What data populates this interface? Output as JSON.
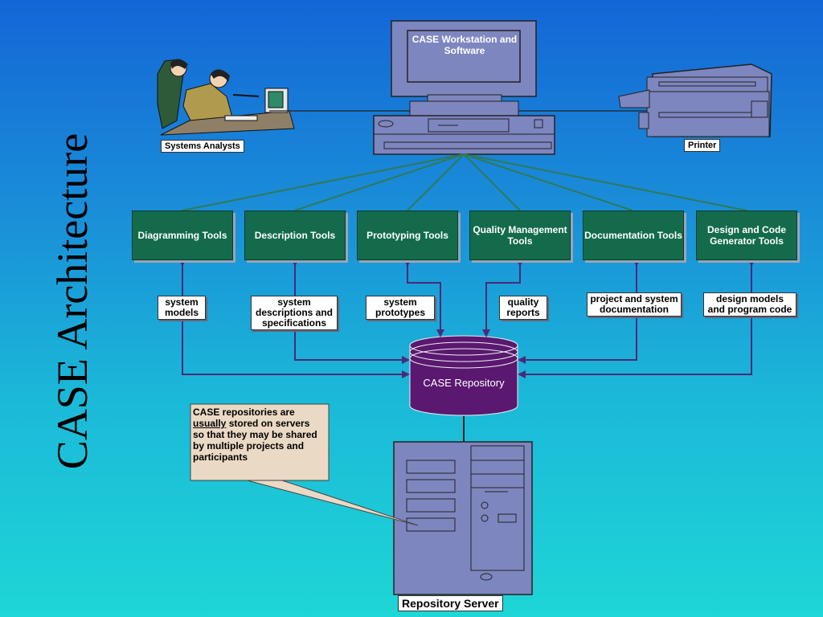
{
  "slide_title": "CASE Architecture",
  "workstation": {
    "label": "CASE Workstation and Software"
  },
  "systems_analysts": {
    "caption": "Systems Analysts"
  },
  "printer": {
    "caption": "Printer"
  },
  "tools": [
    {
      "label": "Diagramming Tools"
    },
    {
      "label": "Description Tools"
    },
    {
      "label": "Prototyping Tools"
    },
    {
      "label": "Quality Management Tools"
    },
    {
      "label": "Documentation Tools"
    },
    {
      "label": "Design and Code Generator Tools"
    }
  ],
  "flows": [
    {
      "label": "system models"
    },
    {
      "label": "system descriptions and specifications"
    },
    {
      "label": "system prototypes"
    },
    {
      "label": "quality reports"
    },
    {
      "label": "project and system documentation"
    },
    {
      "label": "design models and program code"
    }
  ],
  "repository": {
    "label": "CASE Repository"
  },
  "callout": {
    "text_before": "CASE repositories are ",
    "emphasis": "usually",
    "text_after": " stored on servers so that they may be shared by multiple projects and participants"
  },
  "server": {
    "caption": "Repository Server"
  },
  "colors": {
    "tool_box": "#136b4c",
    "repository": "#5a1870",
    "device_body": "#7e86bf",
    "connector": "#2f7a55",
    "arrow": "#4a2a78",
    "callout_bg": "#ead9c4"
  }
}
